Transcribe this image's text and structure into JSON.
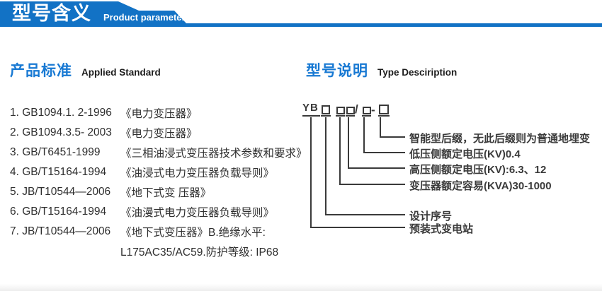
{
  "header": {
    "title": "型号含义",
    "subtitle": "Product parameters",
    "banner_color": "#1272c5"
  },
  "accent_color": "#1879d3",
  "standards": {
    "title_zh": "产品标准",
    "title_en": "Applied Standard",
    "items": [
      {
        "code": "1. GB1094.1. 2-1996",
        "title": "《电力变压器》"
      },
      {
        "code": "2. GB1094.3.5- 2003",
        "title": "《电力变压器》"
      },
      {
        "code": "3. GB/T6451-1999",
        "title": "《三相油浸式变压器技术参数和要求》"
      },
      {
        "code": "4. GB/T15164-1994",
        "title": "《油浸式电力变压器负载导则》"
      },
      {
        "code": "5. JB/T10544—2006",
        "title": "《地下式变 压器》"
      },
      {
        "code": "6. GB/T15164-1994",
        "title": "《油漫式电力变压器负载导则》"
      },
      {
        "code": "7. JB/T10544—2006",
        "title": "《地下式变压器》B.绝缘水平:"
      },
      {
        "code": "",
        "title": "L175AC35/AC59.防护等级: IP68"
      }
    ]
  },
  "model": {
    "title_zh": "型号说明",
    "title_en": "Type Desciription",
    "code": {
      "prefix": "YB",
      "slash": "/",
      "dash": "-"
    },
    "labels": [
      "智能型后缀，无此后缀则为普通地埋变",
      "低压侧额定电压(KV)0.4",
      "高压侧额定电压(KV):6.3、12",
      "变压器额定容易(KVA)30-1000",
      "设计序号",
      "预装式变电站"
    ]
  }
}
